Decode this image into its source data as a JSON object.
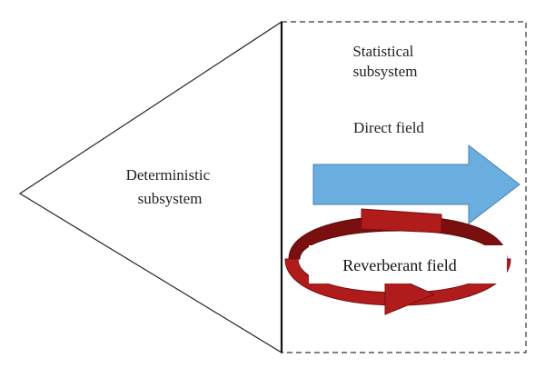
{
  "deterministic": {
    "line1": "Deterministic",
    "line2": "subsystem"
  },
  "statistical": {
    "line1": "Statistical",
    "line2": "subsystem"
  },
  "direct_field": {
    "label": "Direct field"
  },
  "reverberant_field": {
    "label": "Reverberant field"
  },
  "colors": {
    "direct_arrow_fill": "#6aaee0",
    "direct_arrow_stroke": "#4a7fb0",
    "reverberant_fill": "#b01c1c",
    "reverberant_dark": "#7a0f0f",
    "outline": "#222222"
  }
}
